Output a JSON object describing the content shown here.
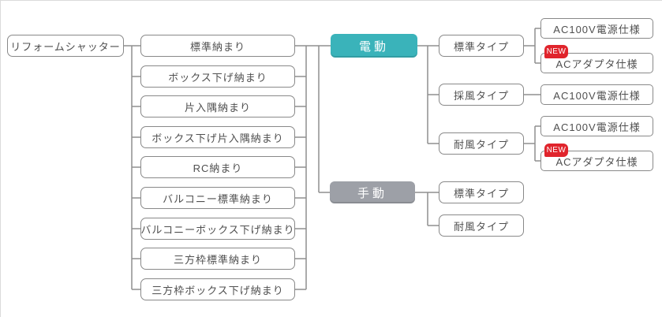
{
  "root": {
    "label": "リフォームシャッター"
  },
  "installations": [
    "標準納まり",
    "ボックス下げ納まり",
    "片入隅納まり",
    "ボックス下げ片入隅納まり",
    "RC納まり",
    "バルコニー標準納まり",
    "バルコニーボックス下げ納まり",
    "三方枠標準納まり",
    "三方枠ボックス下げ納まり"
  ],
  "electric": {
    "label": "電動",
    "types": [
      {
        "label": "標準タイプ",
        "specs": [
          {
            "label": "AC100V電源仕様"
          },
          {
            "label": "ACアダプタ仕様",
            "badge": "NEW"
          }
        ]
      },
      {
        "label": "採風タイプ",
        "specs": [
          {
            "label": "AC100V電源仕様"
          }
        ]
      },
      {
        "label": "耐風タイプ",
        "specs": [
          {
            "label": "AC100V電源仕様"
          },
          {
            "label": "ACアダプタ仕様",
            "badge": "NEW"
          }
        ]
      }
    ]
  },
  "manual": {
    "label": "手動",
    "types": [
      {
        "label": "標準タイプ"
      },
      {
        "label": "耐風タイプ"
      }
    ]
  },
  "colors": {
    "electric_teal": "#3ab3ba",
    "manual_gray": "#9da0a7",
    "badge_red": "#e0242c",
    "line_gray": "#8f8f8f",
    "text_gray": "#4f4f4f"
  }
}
